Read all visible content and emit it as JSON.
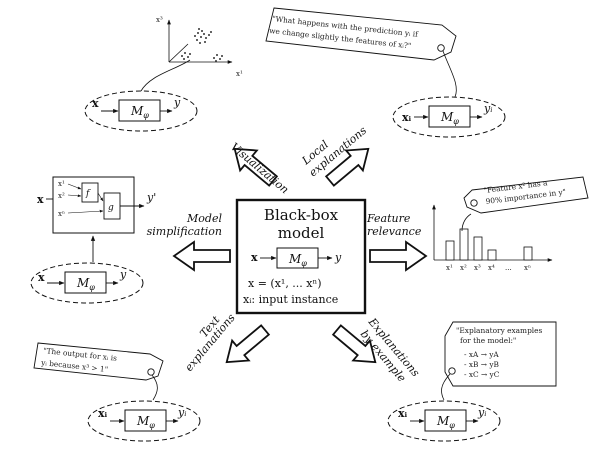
{
  "center": {
    "title_line1": "Black-box",
    "title_line2": "model",
    "model_in": "x",
    "model_symbol": "M",
    "model_subscript": "φ",
    "model_out": "y",
    "eq1": "x = (x¹, ... xⁿ)",
    "eq2": "xᵢ: input instance"
  },
  "branches": {
    "visualization": "Visualization",
    "local_line1": "Local",
    "local_line2": "explanations",
    "model_simp_line1": "Model",
    "model_simp_line2": "simplification",
    "feature_line1": "Feature",
    "feature_line2": "relevance",
    "text_line1": "Text",
    "text_line2": "explanations",
    "example_line1": "Explanations",
    "example_line2": "by example"
  },
  "mini_models": {
    "in_plain": "x",
    "in_instance": "xᵢ",
    "out_plain": "y",
    "out_instance": "yᵢ",
    "symbol": "M",
    "subscript": "φ"
  },
  "tags": {
    "local_line1": "\"What happens with the prediction yᵢ if",
    "local_line2": "we change slightly the features of xᵢ?\"",
    "feature_line1": "\"Feature x² has a",
    "feature_line2": "90% importance in y\"",
    "text_line1": "\"The output for xᵢ is",
    "text_line2": "yᵢ because x³ > 1\"",
    "example_title1": "\"Explanatory examples",
    "example_title2": "for the model:\"",
    "example_item1": "- xA → yA",
    "example_item2": "- xB → yB",
    "example_item3": "- xC → yC"
  },
  "scatter_axes": {
    "x_label": "x¹",
    "y_label": "x³"
  },
  "feature_axis": {
    "ticks": [
      "x¹",
      "x²",
      "x³",
      "x⁴",
      "...",
      "xⁿ"
    ]
  },
  "simplified": {
    "input": "x",
    "output": "y'",
    "f_label": "f",
    "g_label": "g",
    "in_labels": [
      "x¹",
      "x²",
      "xⁿ"
    ]
  }
}
